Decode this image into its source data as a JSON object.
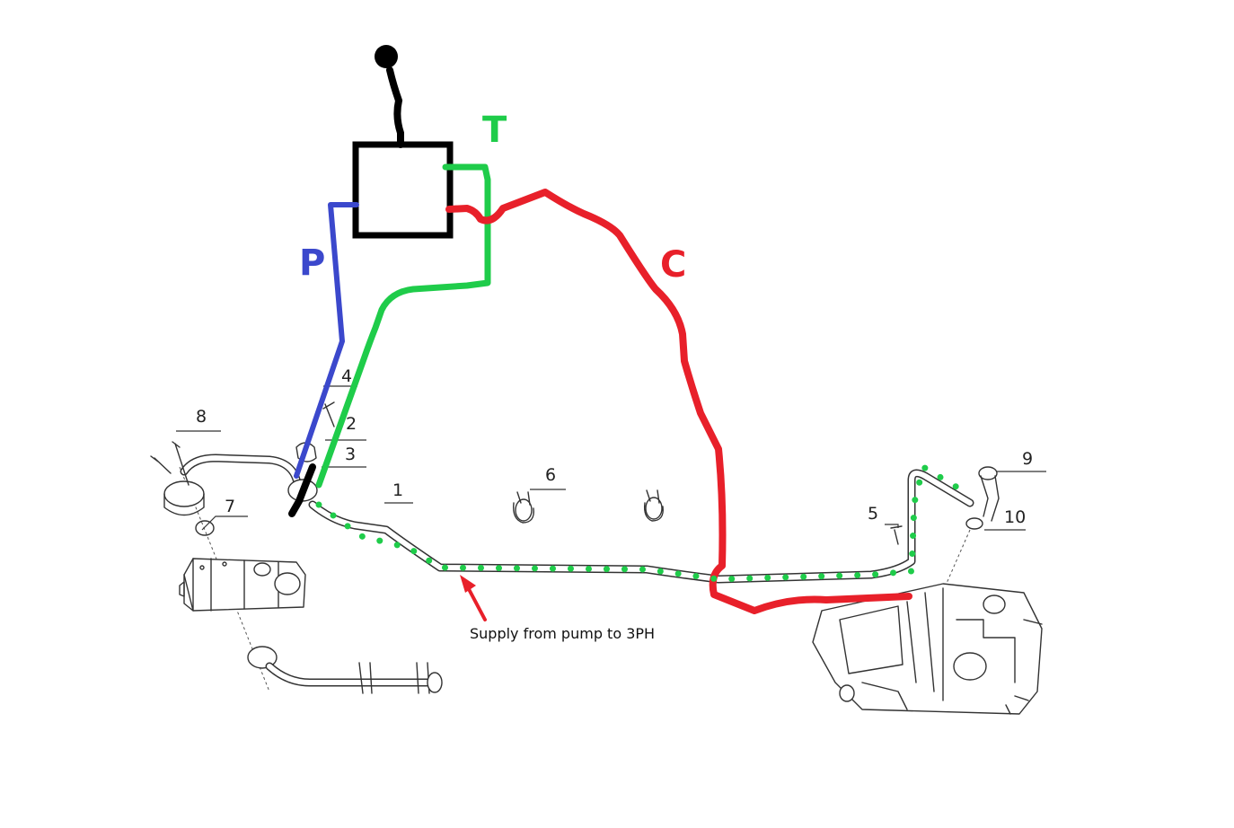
{
  "colors": {
    "pressure": "#3b48cc",
    "tank": "#1fcc4a",
    "cylinder": "#e8202a",
    "control": "#000000",
    "drawing": "#333333"
  },
  "port_labels": {
    "pressure": "P",
    "tank": "T",
    "cylinder": "C"
  },
  "part_numbers": [
    "1",
    "2",
    "3",
    "4",
    "5",
    "6",
    "7",
    "8",
    "9",
    "10"
  ],
  "annotation": {
    "text": "Supply from pump to 3PH"
  }
}
